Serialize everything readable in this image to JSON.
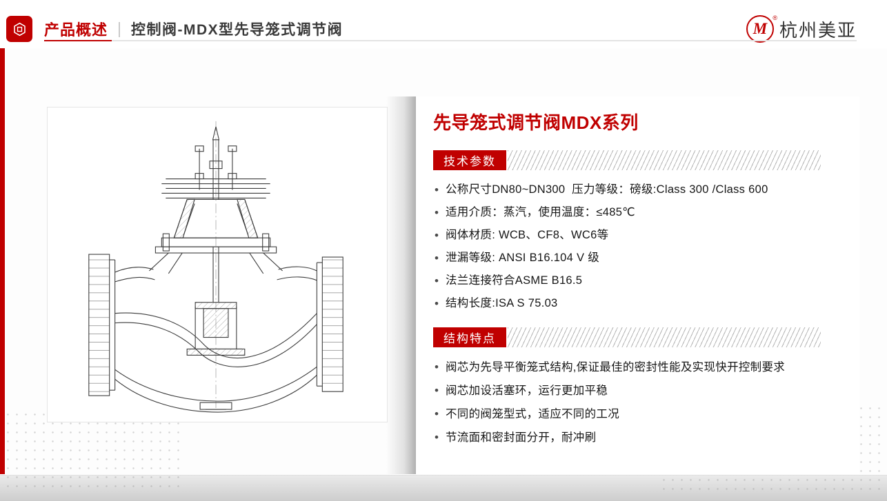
{
  "colors": {
    "accent": "#c00000"
  },
  "icons": {
    "header_badge": "hexagon-package-icon",
    "brand_logo": "meiya-monogram-icon"
  },
  "header": {
    "section_label": "产品概述",
    "divider": "|",
    "title": "控制阀-MDX型先导笼式调节阀"
  },
  "brand": {
    "registered_mark": "®",
    "logo_letter": "M",
    "name": "杭州美亚"
  },
  "panel": {
    "title": "先导笼式调节阀MDX系列",
    "tech_section": {
      "heading": "技术参数",
      "bullets": [
        "公称尺寸DN80~DN300  压力等级：磅级:Class 300 /Class 600",
        "适用介质：蒸汽，使用温度：≤485℃",
        "阀体材质: WCB、CF8、WC6等",
        "泄漏等级: ANSI B16.104 V 级",
        "法兰连接符合ASME B16.5",
        "结构长度:ISA S 75.03"
      ]
    },
    "feature_section": {
      "heading": "结构特点",
      "bullets": [
        "阀芯为先导平衡笼式结构,保证最佳的密封性能及实现快开控制要求",
        "阀芯加设活塞环，运行更加平稳",
        "不同的阀笼型式，适应不同的工况",
        "节流面和密封面分开，耐冲刷"
      ]
    }
  }
}
